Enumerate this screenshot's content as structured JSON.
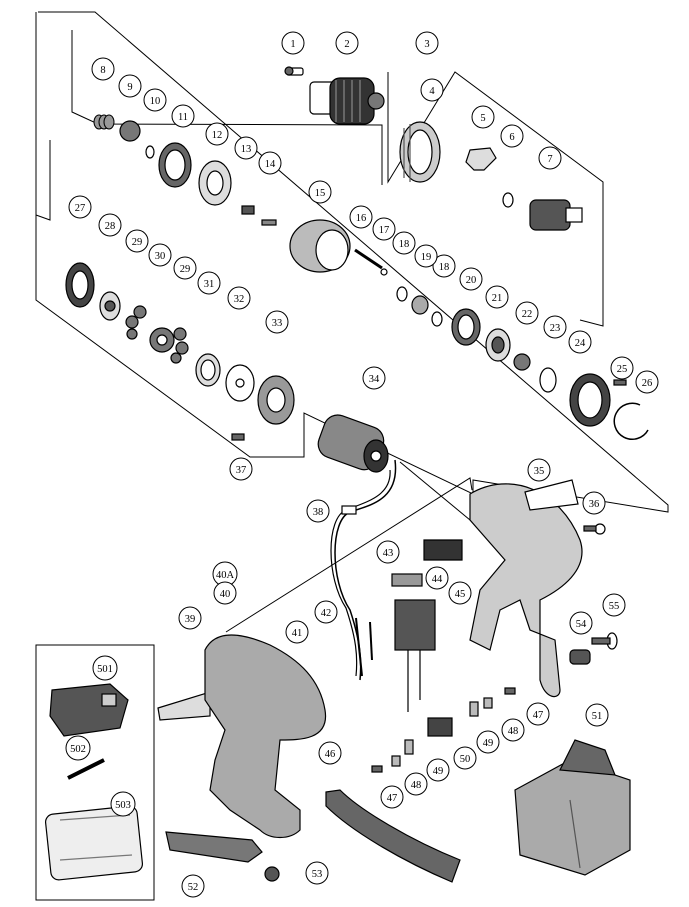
{
  "diagram": {
    "callouts": [
      "1",
      "2",
      "3",
      "4",
      "5",
      "6",
      "7",
      "8",
      "9",
      "10",
      "11",
      "12",
      "13",
      "14",
      "15",
      "16",
      "17",
      "18",
      "18",
      "19",
      "20",
      "21",
      "22",
      "23",
      "24",
      "25",
      "26",
      "27",
      "28",
      "29",
      "29",
      "30",
      "31",
      "32",
      "33",
      "34",
      "35",
      "36",
      "37",
      "38",
      "39",
      "40A",
      "40",
      "41",
      "42",
      "43",
      "44",
      "45",
      "46",
      "47",
      "47",
      "48",
      "48",
      "49",
      "49",
      "50",
      "51",
      "52",
      "53",
      "54",
      "55",
      "501",
      "502",
      "503"
    ]
  }
}
